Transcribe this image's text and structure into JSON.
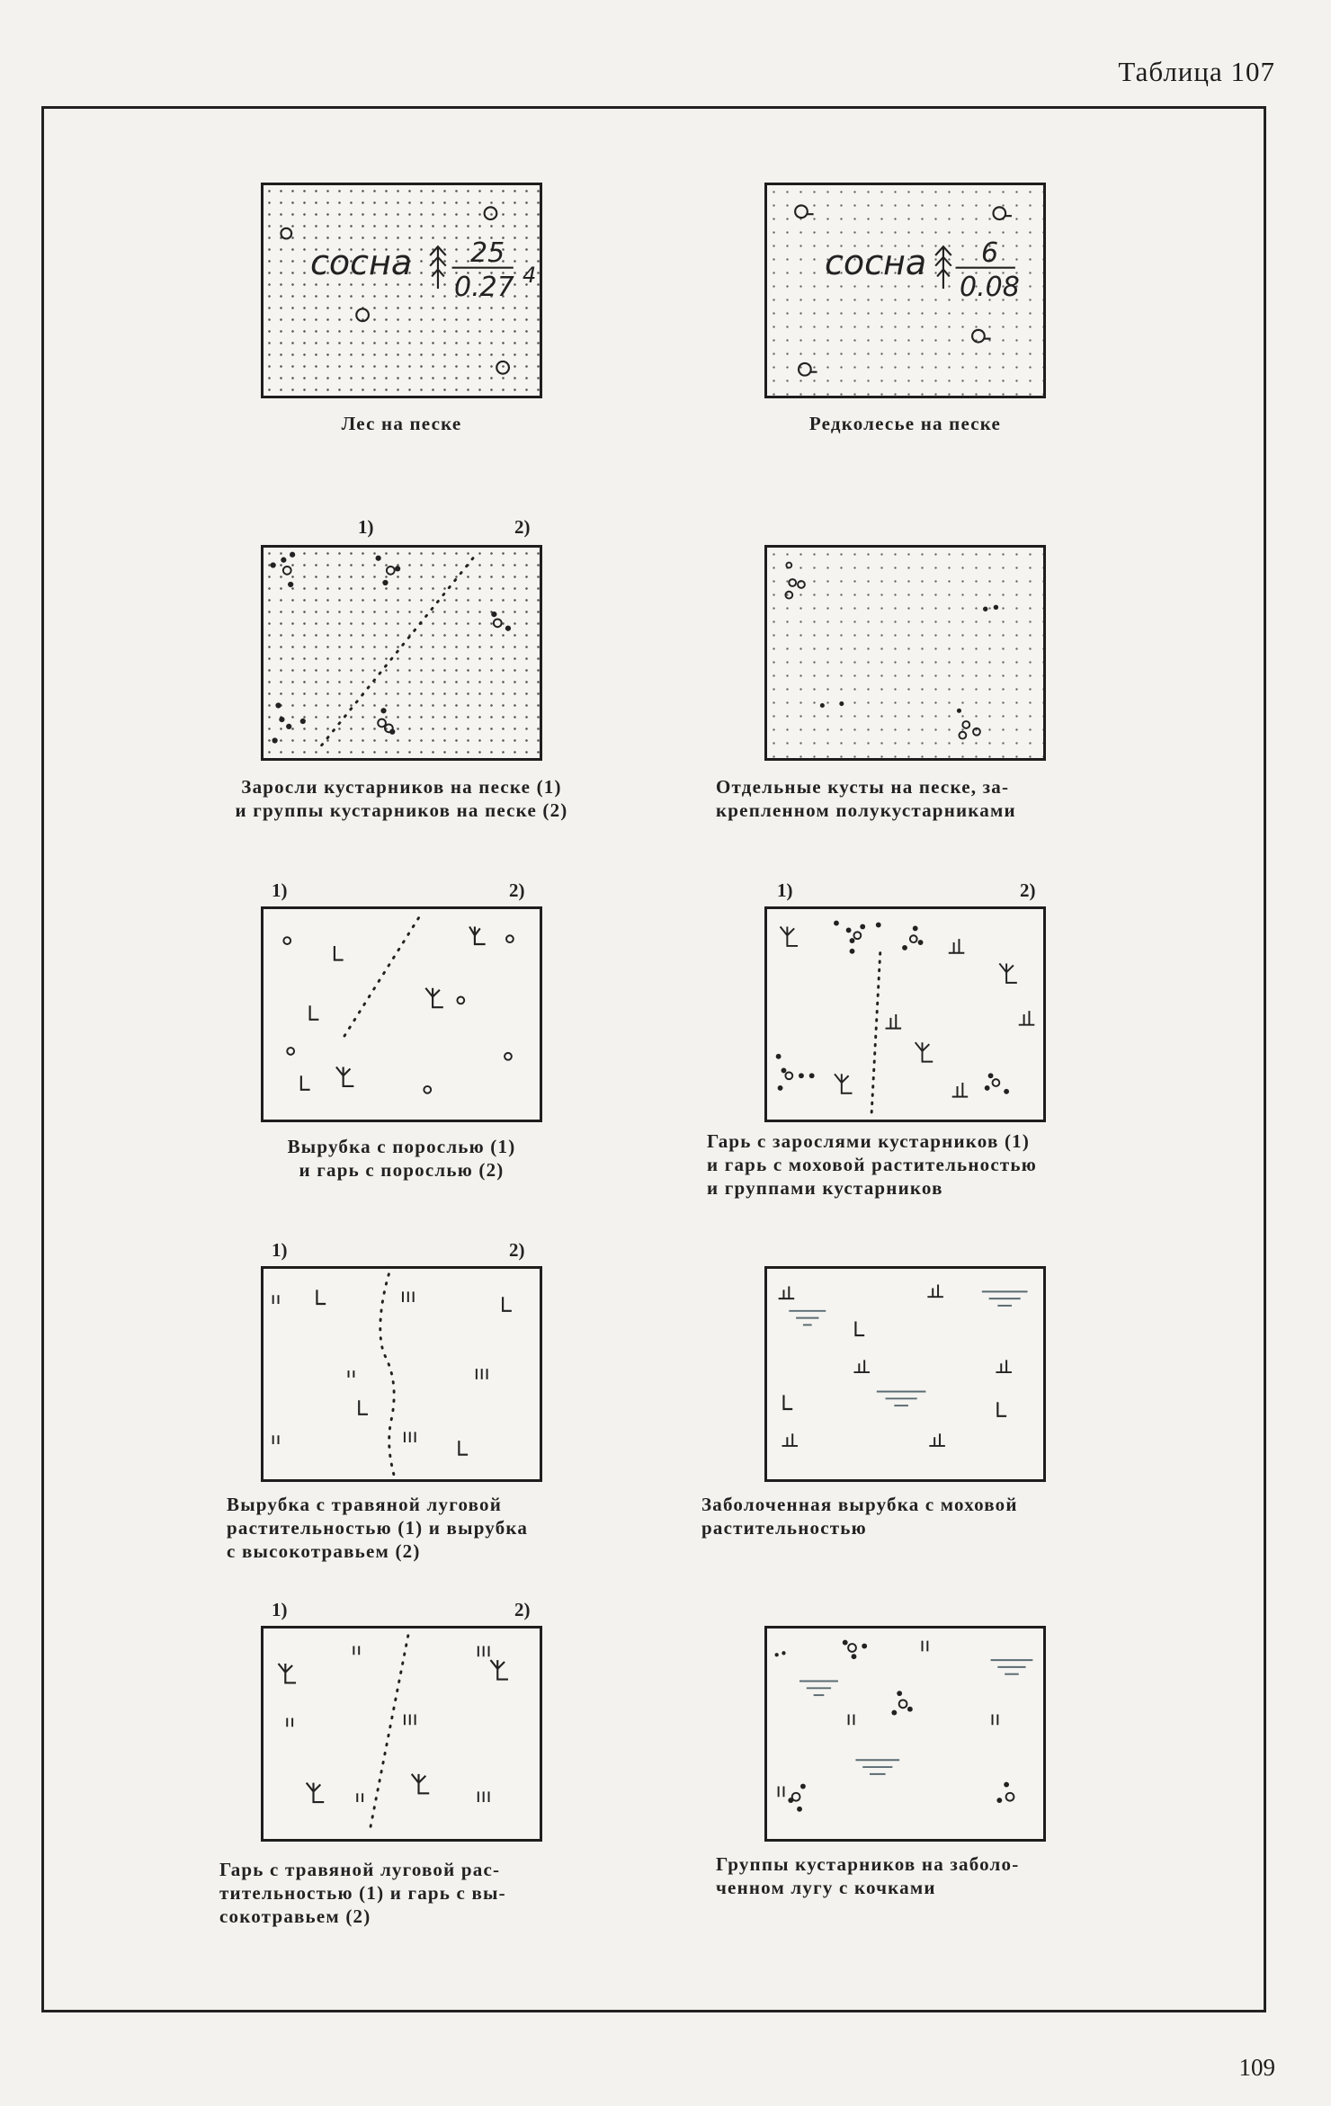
{
  "header": {
    "table_label": "Таблица 107"
  },
  "page_number": "109",
  "labels": {
    "one": "1)",
    "two": "2)"
  },
  "panels": [
    {
      "caption": "Лес на песке",
      "formula": {
        "species": "сосна",
        "numerator": "25",
        "denominator": "0.27",
        "suffix": "4"
      }
    },
    {
      "caption": "Редколесье на песке",
      "formula": {
        "species": "сосна",
        "numerator": "6",
        "denominator": "0.08"
      }
    },
    {
      "caption": "Заросли кустарников на песке (1)\nи группы кустарников на песке (2)"
    },
    {
      "caption": "Отдельные кусты на песке, за-\nкрепленном полукустарниками"
    },
    {
      "caption": "Вырубка с порослью (1)\nи гарь с порослью (2)"
    },
    {
      "caption": "Гарь с зарослями кустарников (1)\nи гарь с моховой растительностью\nи группами кустарников"
    },
    {
      "caption": "Вырубка с травяной луговой\nрастительностью (1) и вырубка\nс высокотравьем (2)"
    },
    {
      "caption": "Заболоченная вырубка с моховой\nрастительностью"
    },
    {
      "caption": "Гарь с травяной луговой рас-\nтительностью (1) и гарь с вы-\nсокотравьем (2)"
    },
    {
      "caption": "Группы кустарников на заболо-\nченном лугу с кочками"
    }
  ]
}
